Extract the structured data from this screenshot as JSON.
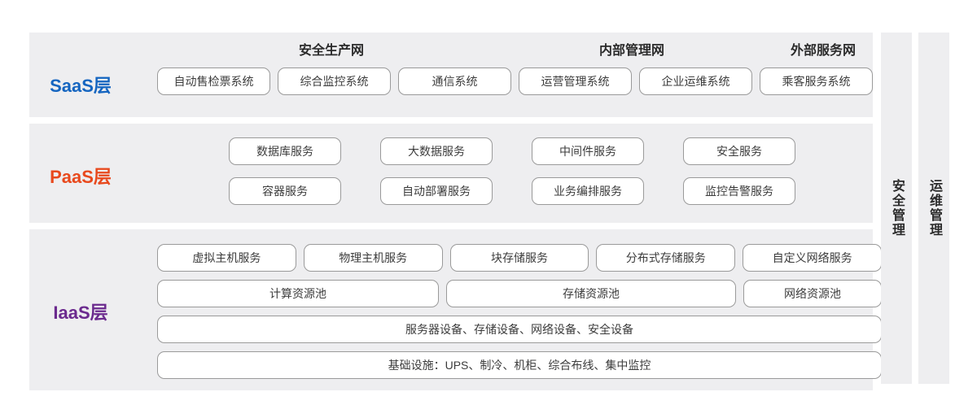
{
  "diagram": {
    "layers": [
      {
        "id": "saas",
        "label": "SaaS层",
        "color": "#1565c0",
        "network_groups": [
          "安全生产网",
          "内部管理网",
          "外部服务网"
        ],
        "boxes": [
          "自动售检票系统",
          "综合监控系统",
          "通信系统",
          "运营管理系统",
          "企业运维系统",
          "乘客服务系统"
        ]
      },
      {
        "id": "paas",
        "label": "PaaS层",
        "color": "#e8491d",
        "rows": [
          [
            "数据库服务",
            "大数据服务",
            "中间件服务",
            "安全服务"
          ],
          [
            "容器服务",
            "自动部署服务",
            "业务编排服务",
            "监控告警服务"
          ]
        ]
      },
      {
        "id": "iaas",
        "label": "IaaS层",
        "color": "#6b2a8e",
        "row_services": [
          "虚拟主机服务",
          "物理主机服务",
          "块存储服务",
          "分布式存储服务",
          "自定义网络服务"
        ],
        "row_pools": [
          "计算资源池",
          "存储资源池",
          "网络资源池"
        ],
        "row_devices": "服务器设备、存储设备、网络设备、安全设备",
        "row_infrastructure": "基础设施：UPS、制冷、机柜、综合布线、集中监控"
      }
    ],
    "side_columns": [
      {
        "id": "security-management",
        "label": "安全管理"
      },
      {
        "id": "ops-management",
        "label": "运维管理"
      }
    ],
    "palette": {
      "panel_background": "#eeeef0",
      "page_background": "#ffffff",
      "box_background": "#ffffff",
      "box_border": "#9a9a9a",
      "box_text": "#3c3c3c",
      "header_text": "#2b2b2b"
    }
  }
}
